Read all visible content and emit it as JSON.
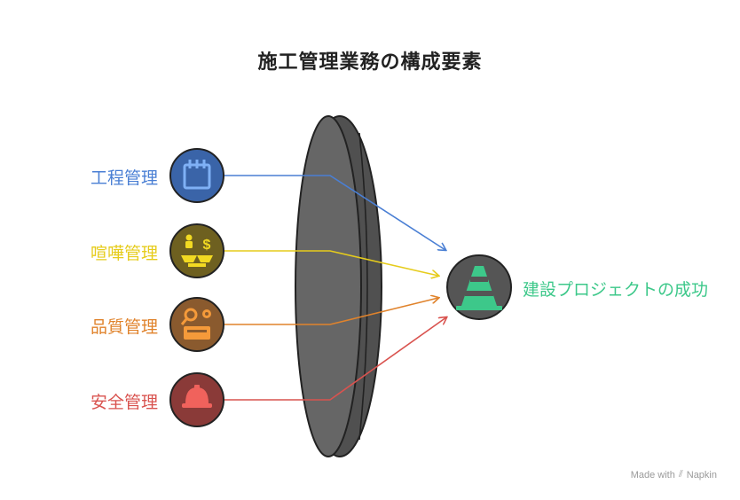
{
  "title": "施工管理業務の構成要素",
  "inputs": [
    {
      "label": "工程管理",
      "icon": "calendar-icon",
      "color": "#4A7FD4",
      "fill": "#3A64A8"
    },
    {
      "label": "喧嘩管理",
      "icon": "people-money-icon",
      "color": "#E6CC1C",
      "fill": "#6E6020"
    },
    {
      "label": "品質管理",
      "icon": "inspection-icon",
      "color": "#E0832C",
      "fill": "#8A5A2E"
    },
    {
      "label": "安全管理",
      "icon": "hardhat-icon",
      "color": "#D9534F",
      "fill": "#8A3A38"
    }
  ],
  "output": {
    "label": "建設プロジェクトの成功",
    "icon": "traffic-cone-icon",
    "color": "#3DC88A",
    "fill": "#555555"
  },
  "lens_color": "#666666",
  "watermark": {
    "prefix": "Made with",
    "brand": "Napkin"
  }
}
